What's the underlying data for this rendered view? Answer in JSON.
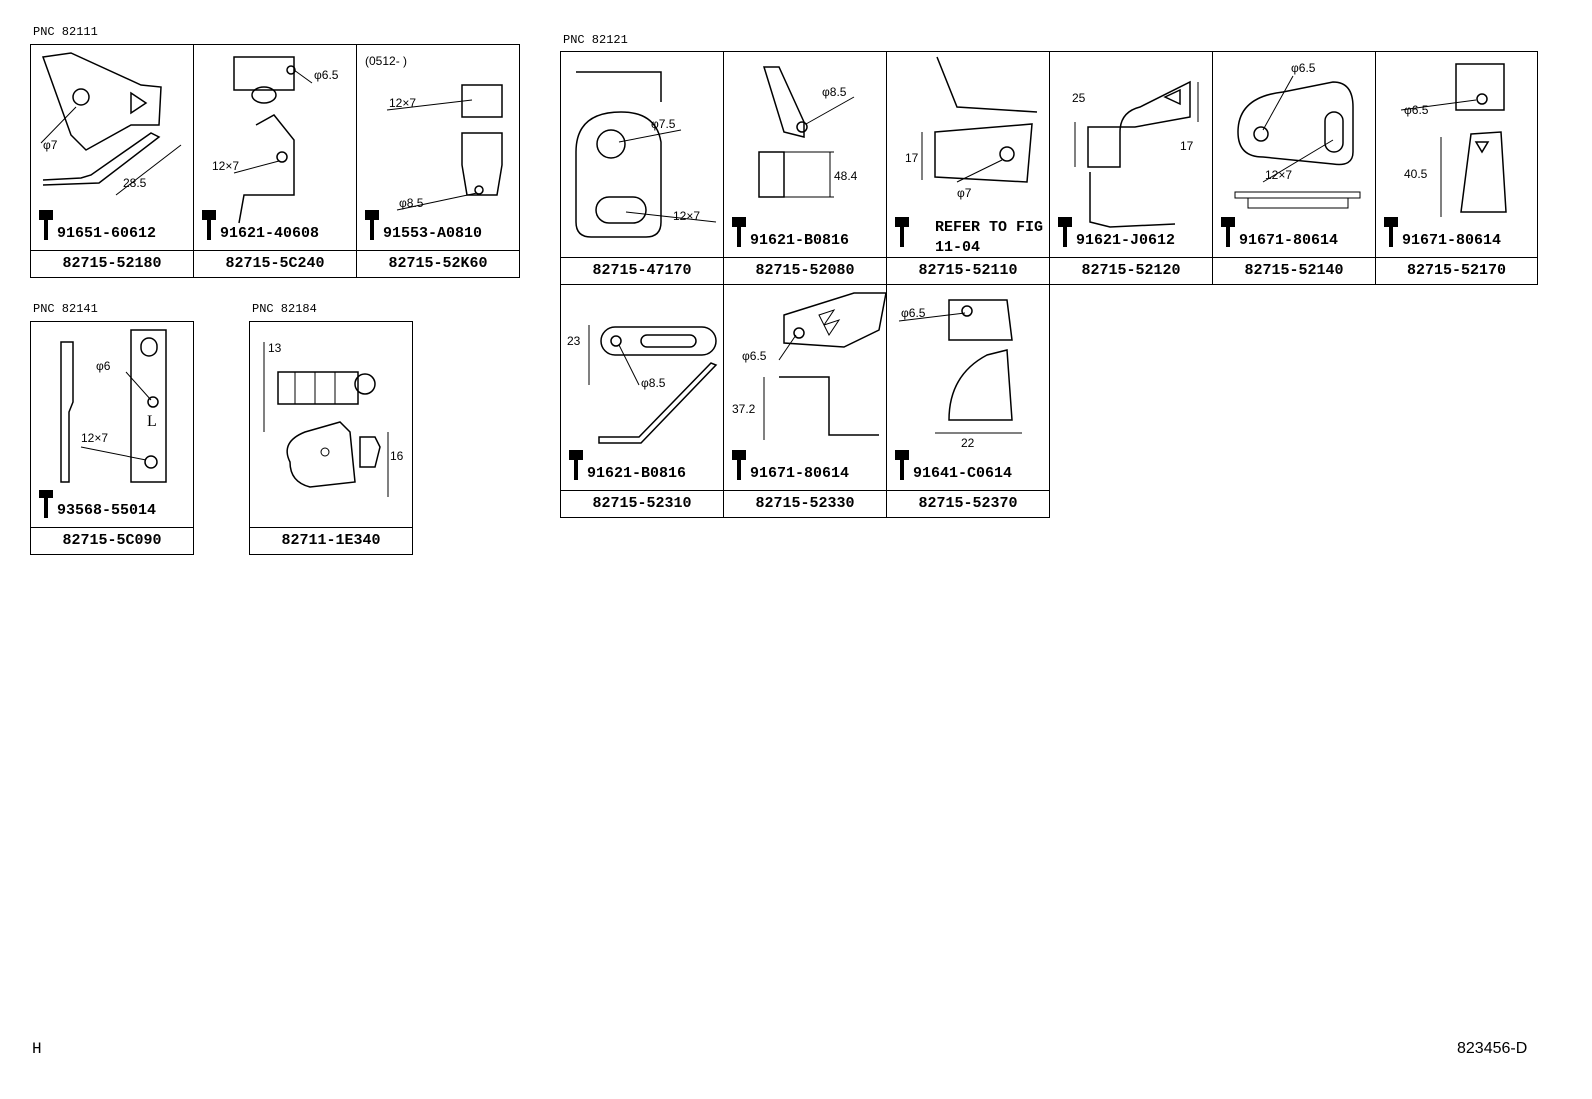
{
  "groups": [
    {
      "pnc": "PNC 82111",
      "cells": [
        {
          "bolt": "91651-60612",
          "part": "82715-52180",
          "labels": [
            "φ7",
            "28.5"
          ]
        },
        {
          "bolt": "91621-40608",
          "part": "82715-5C240",
          "labels": [
            "φ6.5",
            "12×7"
          ]
        },
        {
          "bolt": "91553-A0810",
          "part": "82715-52K60",
          "labels": [
            "(0512-    )",
            "12×7",
            "φ8.5"
          ]
        }
      ]
    },
    {
      "pnc": "PNC 82121",
      "cells": [
        {
          "bolt": "",
          "part": "82715-47170",
          "labels": [
            "φ7.5",
            "12×7"
          ]
        },
        {
          "bolt": "91621-B0816",
          "part": "82715-52080",
          "labels": [
            "φ8.5",
            "48.4"
          ]
        },
        {
          "bolt": "REFER TO FIG 11-04",
          "part": "82715-52110",
          "labels": [
            "17",
            "φ7"
          ]
        },
        {
          "bolt": "91621-J0612",
          "part": "82715-52120",
          "labels": [
            "25",
            "17"
          ]
        },
        {
          "bolt": "91671-80614",
          "part": "82715-52140",
          "labels": [
            "φ6.5",
            "12×7"
          ]
        },
        {
          "bolt": "91671-80614",
          "part": "82715-52170",
          "labels": [
            "φ6.5",
            "40.5"
          ]
        },
        {
          "bolt": "91621-B0816",
          "part": "82715-52310",
          "labels": [
            "23",
            "φ8.5"
          ]
        },
        {
          "bolt": "91671-80614",
          "part": "82715-52330",
          "labels": [
            "φ6.5",
            "37.2"
          ]
        },
        {
          "bolt": "91641-C0614",
          "part": "82715-52370",
          "labels": [
            "φ6.5",
            "22"
          ]
        }
      ]
    },
    {
      "pnc": "PNC 82141",
      "cells": [
        {
          "bolt": "93568-55014",
          "part": "82715-5C090",
          "labels": [
            "φ6",
            "L",
            "12×7"
          ]
        }
      ]
    },
    {
      "pnc": "PNC 82184",
      "cells": [
        {
          "bolt": "",
          "part": "82711-1E340",
          "labels": [
            "13",
            "16"
          ]
        }
      ]
    }
  ],
  "footer": {
    "left": "H",
    "right": "823456-D"
  }
}
